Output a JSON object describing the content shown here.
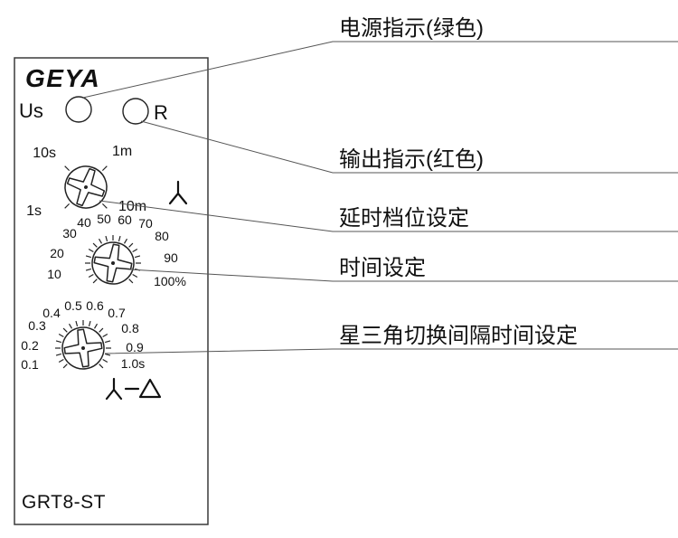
{
  "device": {
    "brand": "GEYA",
    "model": "GRT8-ST",
    "power_led_label": "Us",
    "output_led_label": "R",
    "knob_delay_range": {
      "ticks": [
        "10s",
        "1m",
        "1s",
        "10m"
      ]
    },
    "knob_time": {
      "ticks": [
        "10",
        "20",
        "30",
        "40",
        "50",
        "60",
        "70",
        "80",
        "90",
        "100%"
      ]
    },
    "knob_star_delta": {
      "ticks": [
        "0.1",
        "0.2",
        "0.3",
        "0.4",
        "0.5",
        "0.6",
        "0.7",
        "0.8",
        "0.9",
        "1.0s"
      ]
    }
  },
  "symbols": {
    "star": "⅄",
    "star_delta": "⅄–△"
  },
  "callouts": [
    {
      "label": "电源指示(绿色)"
    },
    {
      "label": "输出指示(红色)"
    },
    {
      "label": "延时档位设定"
    },
    {
      "label": "时间设定"
    },
    {
      "label": "星三角切换间隔时间设定"
    }
  ]
}
